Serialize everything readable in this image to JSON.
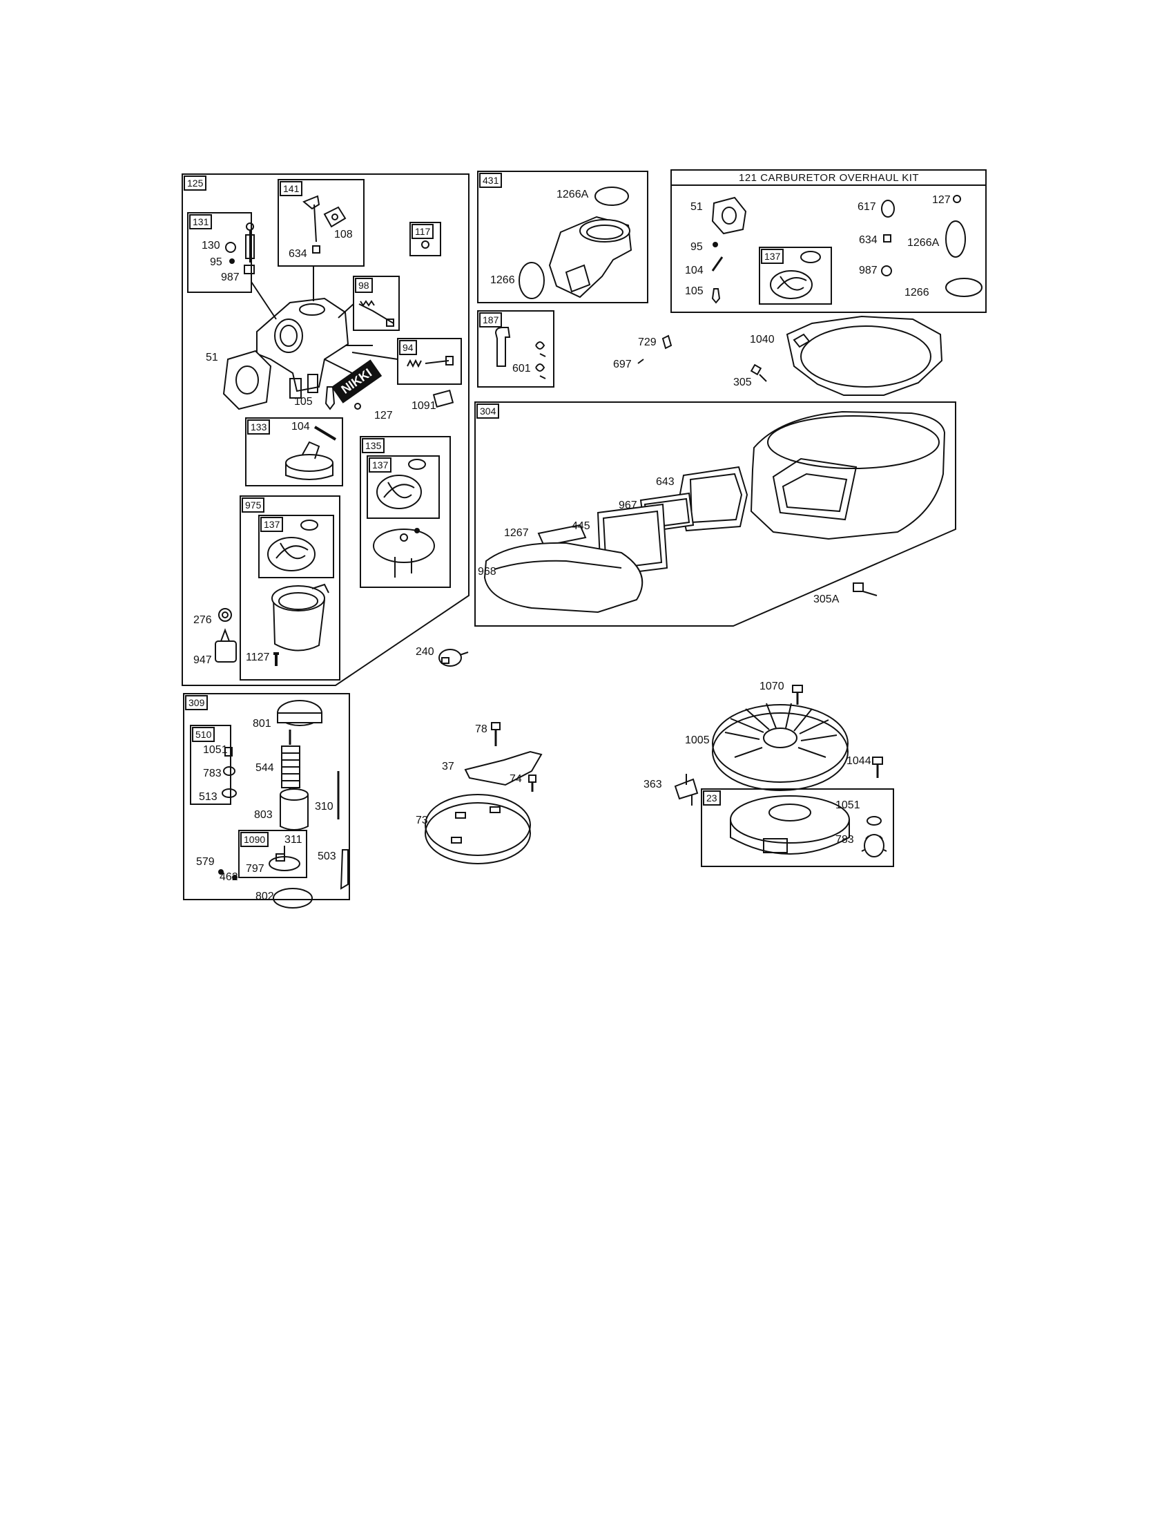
{
  "groups": {
    "g125": "125",
    "g141": "141",
    "g131": "131",
    "g117": "117",
    "g98": "98",
    "g94": "94",
    "g133": "133",
    "g135": "135",
    "g137a": "137",
    "g975": "975",
    "g137b": "137",
    "g431": "431",
    "g187": "187",
    "g137c": "137",
    "g304": "304",
    "g309": "309",
    "g510": "510",
    "g1090": "1090",
    "g23": "23"
  },
  "kit_title": "121 CARBURETOR OVERHAUL KIT",
  "nikki_text": "NIKKI",
  "parts": {
    "p130": "130",
    "p95a": "95",
    "p987a": "987",
    "p634a": "634",
    "p108": "108",
    "p51a": "51",
    "p105a": "105",
    "p127a": "127",
    "p1091": "1091",
    "p104a": "104",
    "p276": "276",
    "p947": "947",
    "p1127": "1127",
    "p240": "240",
    "p1266Aa": "1266A",
    "p1266a": "1266",
    "p601": "601",
    "p729": "729",
    "p697": "697",
    "p1040": "1040",
    "p305": "305",
    "p51b": "51",
    "p95b": "95",
    "p104b": "104",
    "p105b": "105",
    "p617": "617",
    "p127b": "127",
    "p634b": "634",
    "p1266Ab": "1266A",
    "p987b": "987",
    "p1266b": "1266",
    "p643": "643",
    "p967": "967",
    "p445": "445",
    "p1267": "1267",
    "p968": "968",
    "p305A": "305A",
    "p801": "801",
    "p1051a": "1051",
    "p783a": "783",
    "p513": "513",
    "p544": "544",
    "p803": "803",
    "p310": "310",
    "p311": "311",
    "p797": "797",
    "p503": "503",
    "p579": "579",
    "p462": "462",
    "p802": "802",
    "p78": "78",
    "p37": "37",
    "p74": "74",
    "p73": "73",
    "p1070": "1070",
    "p1005": "1005",
    "p1044": "1044",
    "p363": "363",
    "p1051b": "1051",
    "p783b": "783"
  }
}
